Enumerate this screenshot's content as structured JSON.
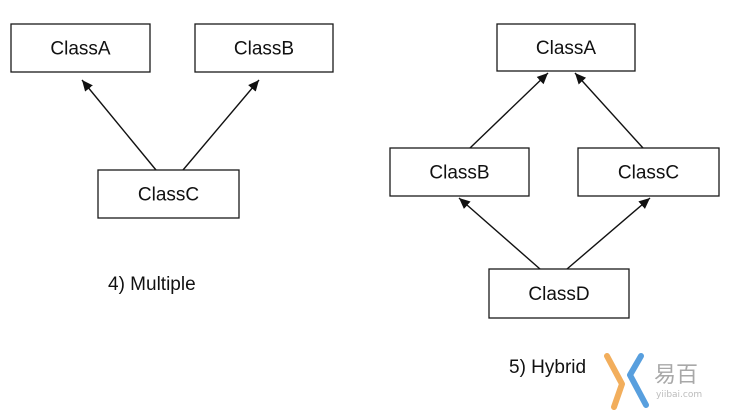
{
  "multiple": {
    "caption": "4)  Multiple",
    "nodes": {
      "class_a": "ClassA",
      "class_b": "ClassB",
      "class_c": "ClassC"
    }
  },
  "hybrid": {
    "caption": "5) Hybrid",
    "nodes": {
      "class_a": "ClassA",
      "class_b": "ClassB",
      "class_c": "ClassC",
      "class_d": "ClassD"
    }
  },
  "watermark": {
    "brand": "易百",
    "domain": "yiibai.com"
  },
  "colors": {
    "line": "#111111",
    "watermark_orange": "#f0a040",
    "watermark_blue": "#3b8fd9"
  },
  "icons": {
    "watermark_logo": "yiibai-logo-icon"
  }
}
